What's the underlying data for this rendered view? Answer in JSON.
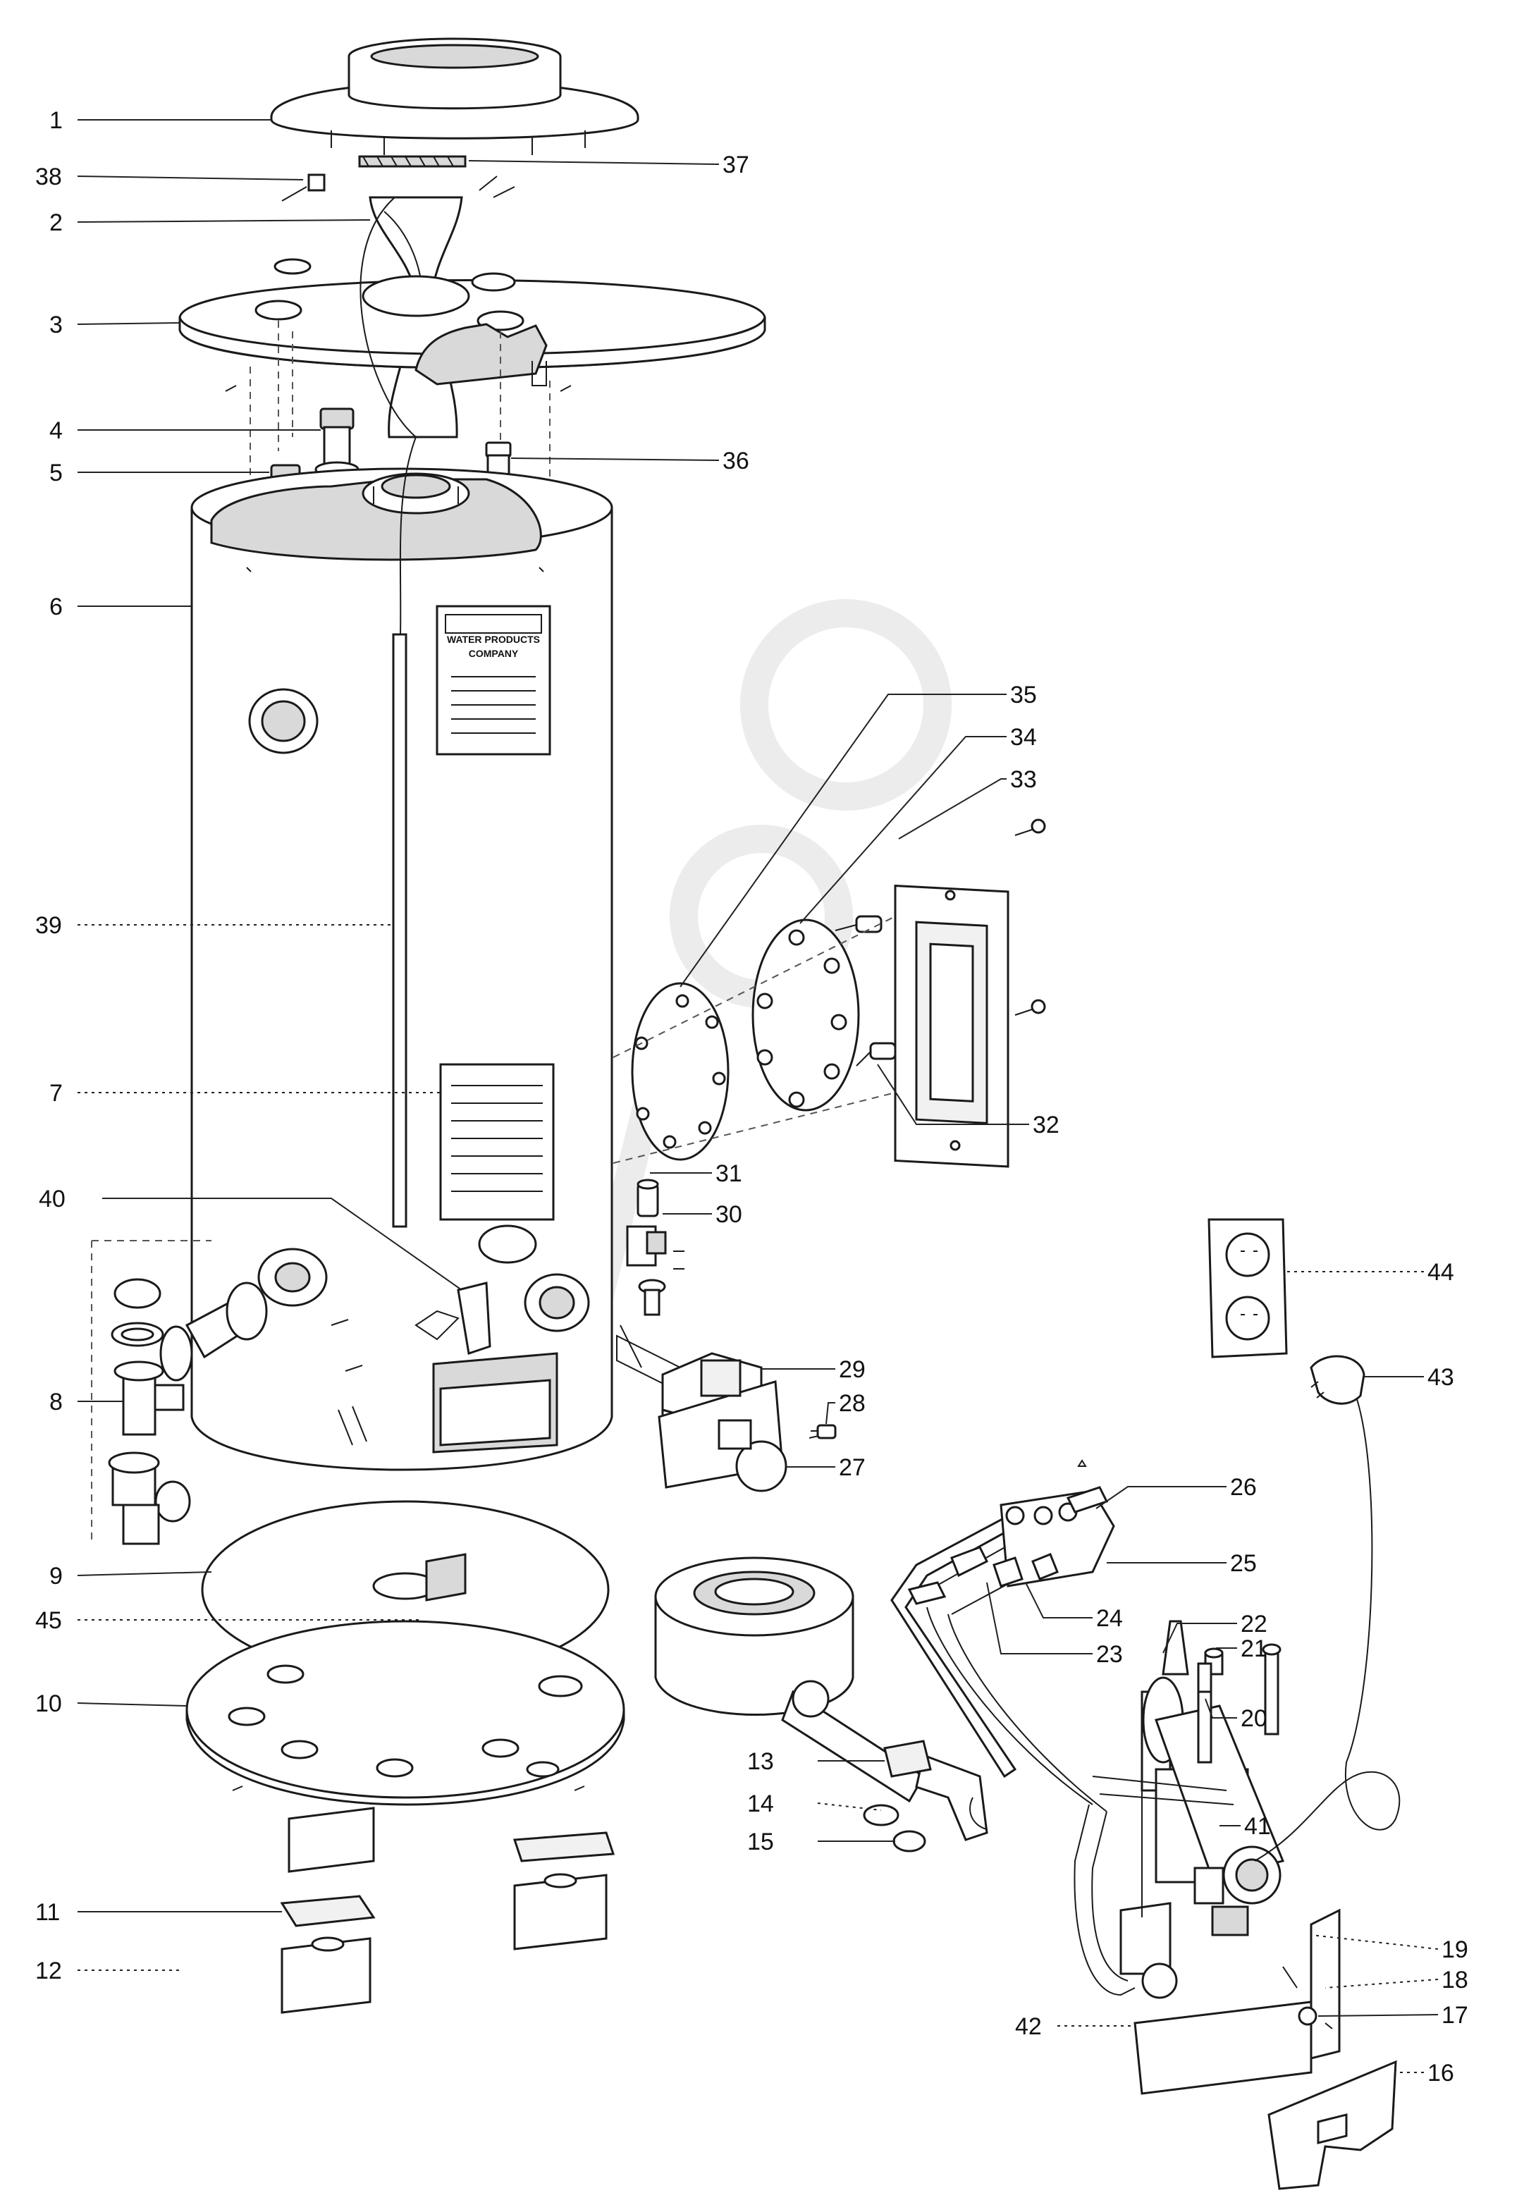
{
  "callouts": [
    {
      "id": "1",
      "label": "1",
      "side": "left"
    },
    {
      "id": "38",
      "label": "38",
      "side": "left"
    },
    {
      "id": "2",
      "label": "2",
      "side": "left"
    },
    {
      "id": "3",
      "label": "3",
      "side": "left"
    },
    {
      "id": "4",
      "label": "4",
      "side": "left"
    },
    {
      "id": "5",
      "label": "5",
      "side": "left"
    },
    {
      "id": "6",
      "label": "6",
      "side": "left"
    },
    {
      "id": "39",
      "label": "39",
      "side": "left"
    },
    {
      "id": "7",
      "label": "7",
      "side": "left"
    },
    {
      "id": "40",
      "label": "40",
      "side": "left"
    },
    {
      "id": "8",
      "label": "8",
      "side": "left"
    },
    {
      "id": "9",
      "label": "9",
      "side": "left"
    },
    {
      "id": "45",
      "label": "45",
      "side": "left"
    },
    {
      "id": "10",
      "label": "10",
      "side": "left"
    },
    {
      "id": "11",
      "label": "11",
      "side": "left"
    },
    {
      "id": "12",
      "label": "12",
      "side": "left"
    },
    {
      "id": "37",
      "label": "37",
      "side": "right"
    },
    {
      "id": "36",
      "label": "36",
      "side": "right"
    },
    {
      "id": "35",
      "label": "35",
      "side": "right"
    },
    {
      "id": "34",
      "label": "34",
      "side": "right"
    },
    {
      "id": "33",
      "label": "33",
      "side": "right"
    },
    {
      "id": "32",
      "label": "32",
      "side": "right"
    },
    {
      "id": "31",
      "label": "31",
      "side": "right"
    },
    {
      "id": "30",
      "label": "30",
      "side": "right"
    },
    {
      "id": "29",
      "label": "29",
      "side": "right"
    },
    {
      "id": "28",
      "label": "28",
      "side": "right"
    },
    {
      "id": "27",
      "label": "27",
      "side": "right"
    },
    {
      "id": "26",
      "label": "26",
      "side": "right"
    },
    {
      "id": "25",
      "label": "25",
      "side": "right"
    },
    {
      "id": "24",
      "label": "24",
      "side": "right"
    },
    {
      "id": "23",
      "label": "23",
      "side": "right"
    },
    {
      "id": "22",
      "label": "22",
      "side": "right"
    },
    {
      "id": "21",
      "label": "21",
      "side": "right"
    },
    {
      "id": "20",
      "label": "20",
      "side": "right"
    },
    {
      "id": "13",
      "label": "13",
      "side": "left"
    },
    {
      "id": "14",
      "label": "14",
      "side": "left"
    },
    {
      "id": "15",
      "label": "15",
      "side": "left"
    },
    {
      "id": "44",
      "label": "44",
      "side": "right"
    },
    {
      "id": "43",
      "label": "43",
      "side": "right"
    },
    {
      "id": "41",
      "label": "41",
      "side": "right"
    },
    {
      "id": "19",
      "label": "19",
      "side": "right"
    },
    {
      "id": "18",
      "label": "18",
      "side": "right"
    },
    {
      "id": "17",
      "label": "17",
      "side": "right"
    },
    {
      "id": "42",
      "label": "42",
      "side": "left"
    },
    {
      "id": "16",
      "label": "16",
      "side": "right"
    }
  ],
  "rating_plate": {
    "line1": "WATER PRODUCTS",
    "line2": "COMPANY"
  },
  "colors": {
    "ink": "#1a1a1a",
    "paper": "#ffffff",
    "shade": "#d9d9d9"
  }
}
